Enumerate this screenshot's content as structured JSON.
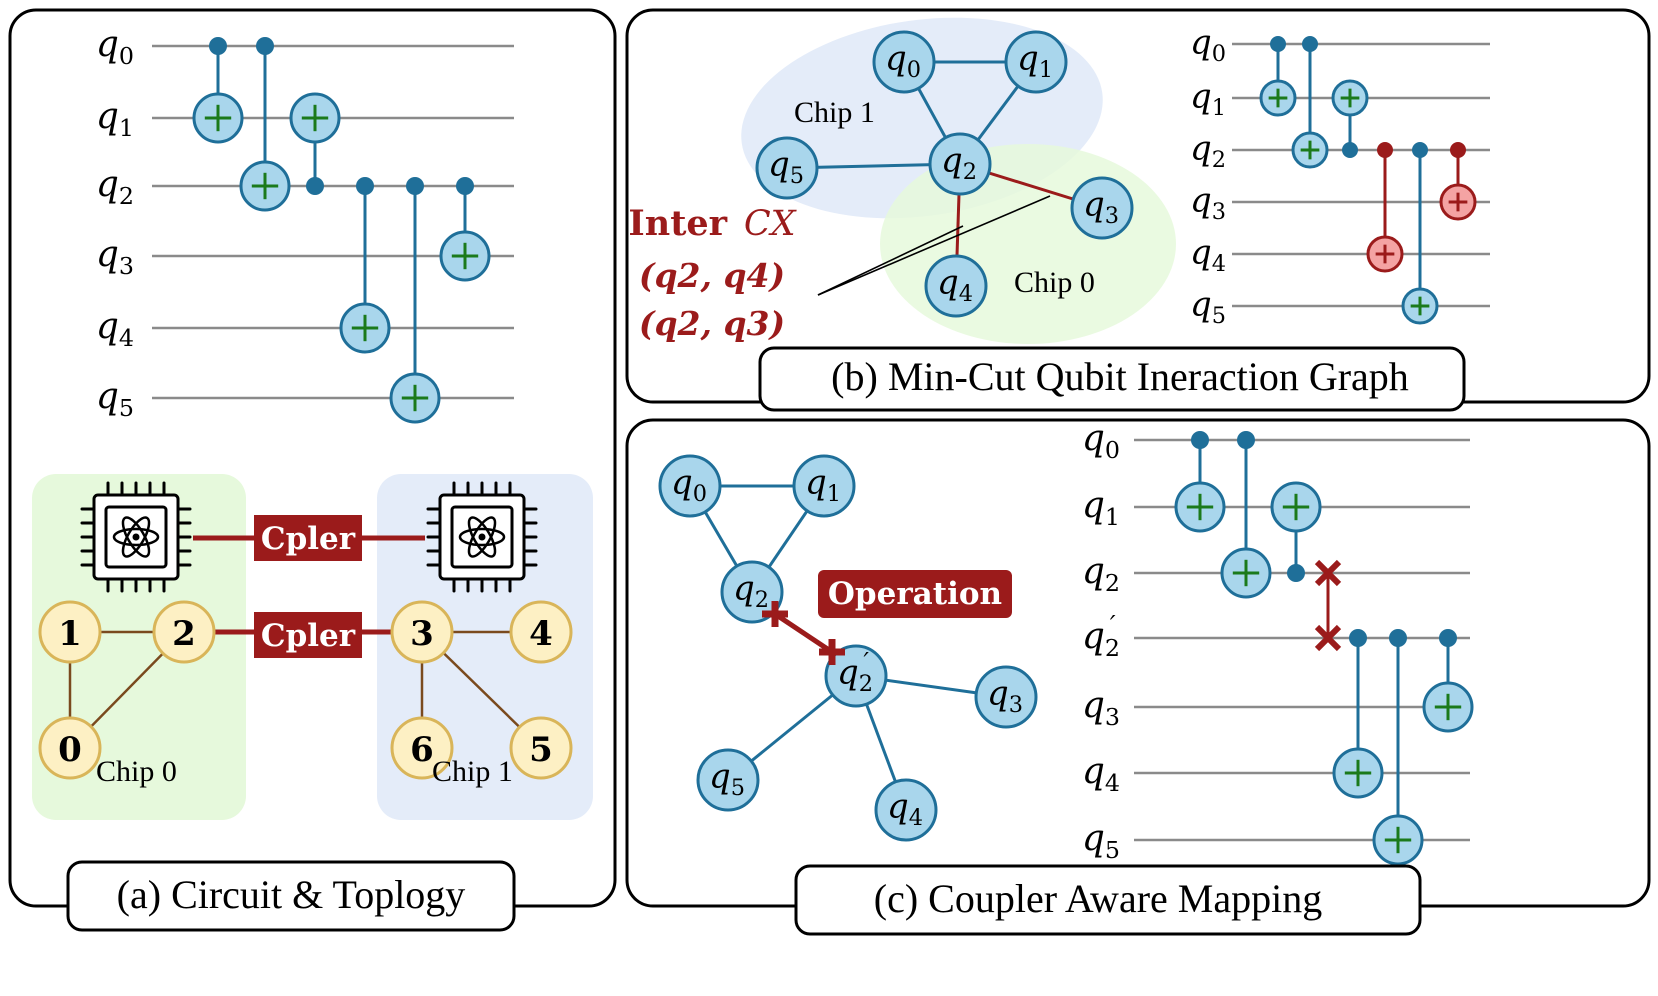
{
  "colors": {
    "wire": "#8a8a8a",
    "control": "#1f6f99",
    "target_fill": "#a9d6ec",
    "target_plus": "#1b7a1b",
    "red": "#9b1b1b",
    "red_fill": "#f4a3a3",
    "chip0_bg": "#e6f9dc",
    "chip1_bg": "#e4ecf9",
    "phys_fill": "#fdf0c4",
    "phys_stroke": "#d9b559",
    "phys_edge": "#7a4a1e",
    "panel_border": "#000000"
  },
  "panel_a": {
    "caption": "(a) Circuit & Toplogy",
    "qubits": [
      "q0",
      "q1",
      "q2",
      "q3",
      "q4",
      "q5"
    ],
    "gates": [
      {
        "control": 0,
        "target": 1
      },
      {
        "control": 0,
        "target": 2
      },
      {
        "control": 2,
        "target": 1
      },
      {
        "control": 2,
        "target": 4
      },
      {
        "control": 2,
        "target": 5
      },
      {
        "control": 2,
        "target": 3
      }
    ],
    "chip0_label": "Chip 0",
    "chip1_label": "Chip 1",
    "coupler_top": "Cpler",
    "coupler_bottom": "Cpler",
    "phys_nodes": [
      "1",
      "2",
      "0",
      "3",
      "4",
      "6",
      "5"
    ],
    "chip_icon": "quantum-chip-icon"
  },
  "panel_b": {
    "caption": "(b) Min-Cut Qubit Ineraction Graph",
    "chip1_label": "Chip 1",
    "chip0_label": "Chip 0",
    "nodes": [
      "q0",
      "q1",
      "q5",
      "q2",
      "q3",
      "q4"
    ],
    "inter_title_word": "Inter",
    "inter_title_op": "CX",
    "inter_pairs": [
      "(q2, q4)",
      "(q2, q3)"
    ],
    "qubits": [
      "q0",
      "q1",
      "q2",
      "q3",
      "q4",
      "q5"
    ],
    "gates": [
      {
        "control": 0,
        "target": 1,
        "inter": false
      },
      {
        "control": 0,
        "target": 2,
        "inter": false
      },
      {
        "control": 2,
        "target": 1,
        "inter": false
      },
      {
        "control": 2,
        "target": 4,
        "inter": true
      },
      {
        "control": 2,
        "target": 5,
        "inter": false
      },
      {
        "control": 2,
        "target": 3,
        "inter": true
      }
    ]
  },
  "panel_c": {
    "caption": "(c)  Coupler Aware Mapping",
    "operation_label": "Operation",
    "nodes": [
      "q0",
      "q1",
      "q2",
      "q2'",
      "q3",
      "q5",
      "q4"
    ],
    "qubits": [
      "q0",
      "q1",
      "q2",
      "q2'",
      "q3",
      "q4",
      "q5"
    ]
  }
}
